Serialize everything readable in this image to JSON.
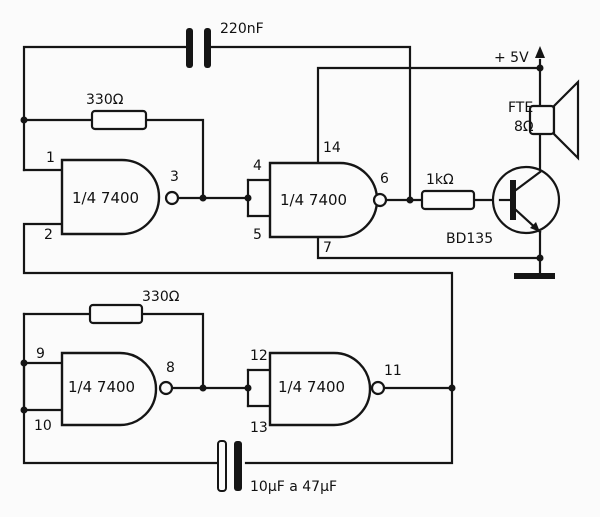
{
  "components": {
    "cap_top": "220nF",
    "cap_bottom": "10µF  a  47µF",
    "res_top": "330Ω",
    "res_bottom": "330Ω",
    "res_base": "1kΩ",
    "supply": "+ 5V",
    "speaker_name": "FTE",
    "speaker_value": "8Ω",
    "transistor": "BD135"
  },
  "gates": [
    {
      "label": "1/4  7400",
      "pins": [
        "1",
        "2",
        "3"
      ]
    },
    {
      "label": "1/4  7400",
      "pins": [
        "4",
        "5",
        "6"
      ]
    },
    {
      "label": "1/4  7400",
      "pins": [
        "9",
        "10",
        "8"
      ]
    },
    {
      "label": "1/4  7400",
      "pins": [
        "12",
        "13",
        "11"
      ]
    }
  ],
  "power_pins": {
    "vcc": "14",
    "gnd": "7"
  }
}
